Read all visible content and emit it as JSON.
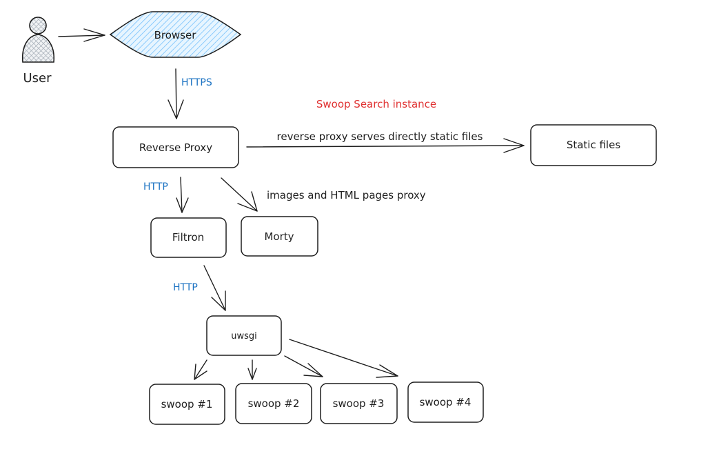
{
  "title": "Swoop Search instance",
  "colors": {
    "ink": "#1e1e1e",
    "blue_label": "#1971c2",
    "red_title": "#e03131",
    "browser_fill": "#a5d8ff"
  },
  "icons": {
    "user": "user-icon"
  },
  "nodes": {
    "user": "User",
    "browser": "Browser",
    "reverse_proxy": "Reverse Proxy",
    "static_files": "Static files",
    "filtron": "Filtron",
    "morty": "Morty",
    "uwsgi": "uwsgi",
    "swoop1": "swoop #1",
    "swoop2": "swoop #2",
    "swoop3": "swoop #3",
    "swoop4": "swoop #4"
  },
  "edges": {
    "browser_to_proxy": "HTTPS",
    "proxy_to_static": "reverse proxy serves directly static files",
    "proxy_to_filtron": "HTTP",
    "proxy_to_morty": "images and HTML pages proxy",
    "filtron_to_uwsgi": "HTTP"
  }
}
